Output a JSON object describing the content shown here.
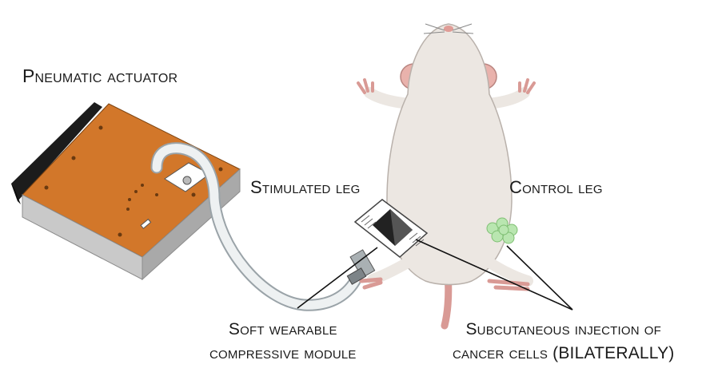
{
  "labels": {
    "pneumatic_actuator": "Pneumatic actuator",
    "stimulated_leg": "Stimulated leg",
    "control_leg": "Control leg",
    "module_line1": "Soft wearable",
    "module_line2": "compressive module",
    "injection_line1": "Subcutaneous injection of",
    "injection_line2": "cancer cells (BILATERALLY)"
  },
  "colors": {
    "actuator_top": "#d2772a",
    "actuator_side": "#c9c9c9",
    "mouse_body": "#ece7e2",
    "mouse_ears": "#e9b2ac",
    "tube": "#dfe4e6",
    "tumor": "#b9e6b0"
  }
}
